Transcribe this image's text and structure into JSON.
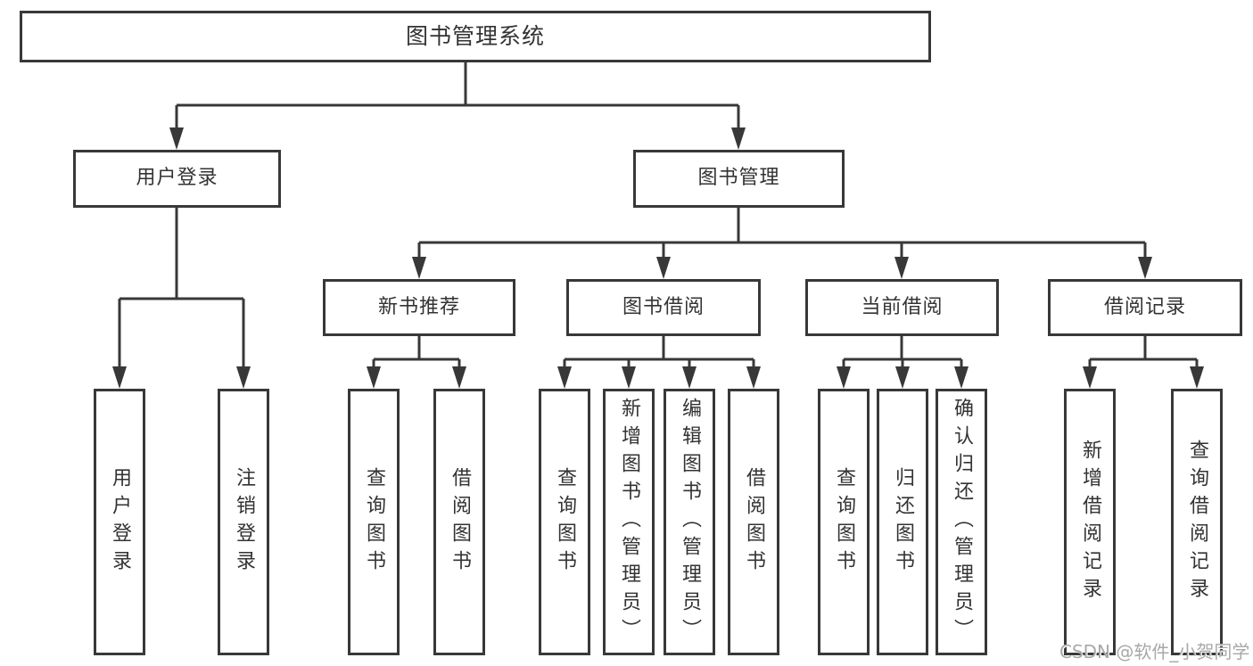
{
  "tree": {
    "root": {
      "label": "图书管理系统"
    },
    "branches": [
      {
        "label": "用户登录",
        "children": [
          {
            "label": "用户登录"
          },
          {
            "label": "注销登录"
          }
        ]
      },
      {
        "label": "图书管理",
        "children": [
          {
            "label": "新书推荐",
            "children": [
              {
                "label": "查询图书"
              },
              {
                "label": "借阅图书"
              }
            ]
          },
          {
            "label": "图书借阅",
            "children": [
              {
                "label": "查询图书"
              },
              {
                "label": "新增图书（管理员）"
              },
              {
                "label": "编辑图书（管理员）"
              },
              {
                "label": "借阅图书"
              }
            ]
          },
          {
            "label": "当前借阅",
            "children": [
              {
                "label": "查询图书"
              },
              {
                "label": "归还图书"
              },
              {
                "label": "确认归还（管理员）"
              }
            ]
          },
          {
            "label": "借阅记录",
            "children": [
              {
                "label": "新增借阅记录"
              },
              {
                "label": "查询借阅记录"
              }
            ]
          }
        ]
      }
    ]
  },
  "watermark": {
    "text": "CSDN @软件_小贺同学"
  },
  "colors": {
    "line": "#383838",
    "text": "#333333",
    "node_bg": "#ffffff",
    "watermark": "#a8a8a8",
    "canvas_bg": "#ffffff"
  }
}
